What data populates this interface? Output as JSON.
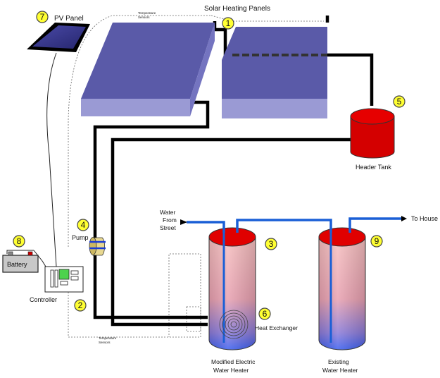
{
  "labels": {
    "solar_panels": "Solar Heating Panels",
    "pv_panel": "PV Panel",
    "header_tank": "Header Tank",
    "pump": "Pump",
    "battery": "Battery",
    "controller": "Controller",
    "water_from_street_1": "Water",
    "water_from_street_2": "From",
    "water_from_street_3": "Street",
    "to_house": "To House",
    "heat_exchanger": "Heat Exchanger",
    "modified_heater_1": "Modified Electric",
    "modified_heater_2": "Water Heater",
    "existing_heater_1": "Existing",
    "existing_heater_2": "Water Heater",
    "temp_sensors_top_1": "Temperature",
    "temp_sensors_top_2": "Sensors",
    "temp_sensors_bottom_1": "Temperature",
    "temp_sensors_bottom_2": "Sensors"
  },
  "badges": {
    "solar_panels": "1",
    "controller": "2",
    "modified_heater": "3",
    "pump": "4",
    "header_tank": "5",
    "heat_exchanger": "6",
    "pv_panel": "7",
    "battery": "8",
    "existing_heater": "9"
  },
  "colors": {
    "panel_top": "#5a5aa8",
    "panel_side": "#9a9ad4",
    "tank_red": "#d40000",
    "pipe_black": "#000000",
    "pipe_blue": "#1a5fd6",
    "badge_yellow": "#ffff33"
  }
}
